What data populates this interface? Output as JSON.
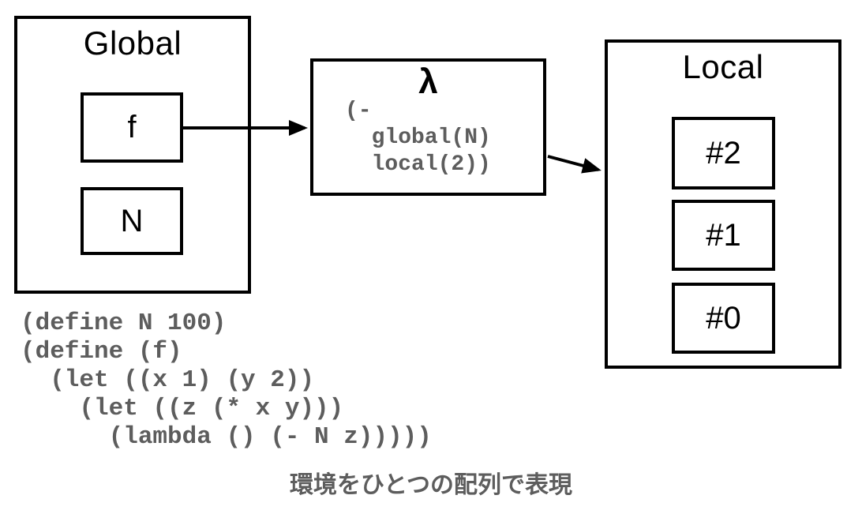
{
  "slide": {
    "background": "#ffffff",
    "colors": {
      "stroke": "#000000",
      "label_text": "#000000",
      "code_text": "#5d5d5d"
    },
    "global_frame": {
      "title": "Global",
      "slots": [
        {
          "label": "f"
        },
        {
          "label": "N"
        }
      ]
    },
    "closure_box": {
      "symbol": "λ",
      "code": "(-\n  global(N)\n  local(2))"
    },
    "local_frame": {
      "title": "Local",
      "slots": [
        {
          "label": "#2"
        },
        {
          "label": "#1"
        },
        {
          "label": "#0"
        }
      ]
    },
    "source_code": "(define N 100)\n(define (f)\n  (let ((x 1) (y 2))\n    (let ((z (* x y)))\n      (lambda () (- N z)))))",
    "caption": "環境をひとつの配列で表現"
  }
}
